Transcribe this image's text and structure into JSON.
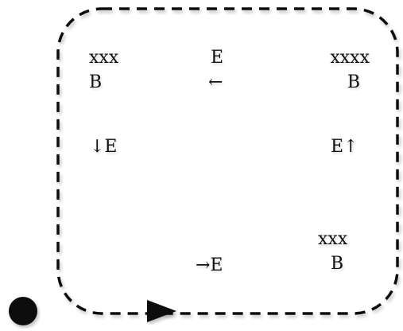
{
  "colors": {
    "stroke": "#111111",
    "background": "#ffffff"
  },
  "labels": {
    "top_left_xs": "xxx",
    "top_left_b": "B",
    "top_mid_e": "E",
    "top_mid_arrow": "←",
    "top_right_xs": "xxxx",
    "top_right_b": "B",
    "mid_left": "↓E",
    "mid_right": "E↑",
    "bottom_mid": "→E",
    "bottom_right_xs": "xxx",
    "bottom_right_b": "B"
  },
  "shapes": {
    "boundary": "dashed-rounded-rectangle",
    "entry_marker": "filled-circle",
    "entry_arrow": "right-arrow"
  }
}
